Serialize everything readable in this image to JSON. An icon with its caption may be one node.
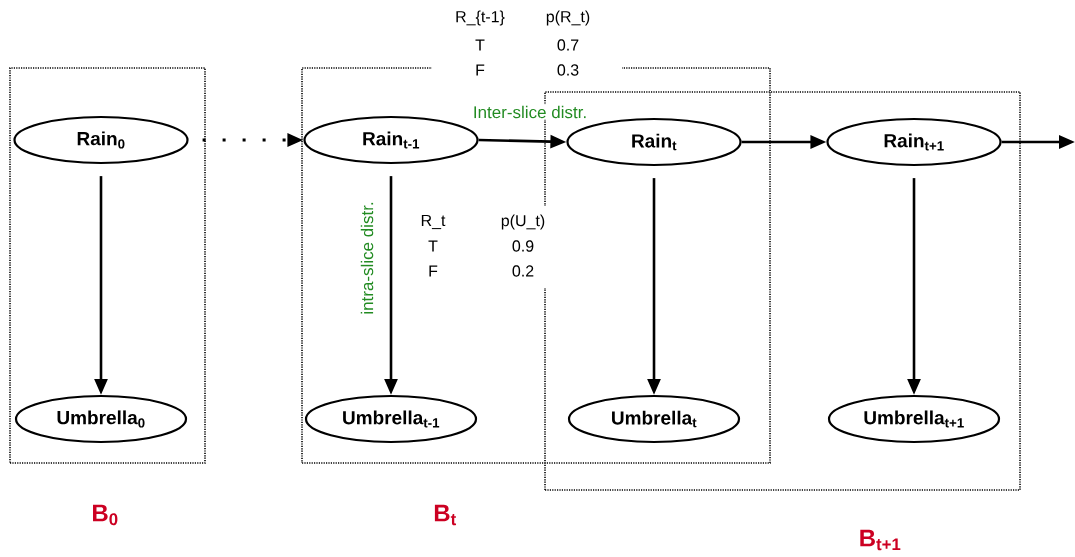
{
  "diagram": {
    "nodes": [
      {
        "text": [
          "B$_{0}$"
        ]
      },
      {
        "text": [
          "Rain$_{0}$"
        ],
        "in": 0
      },
      {
        "text": [
          "Umbrella$_{0}$"
        ],
        "in": 0
      },
      {
        "text": [
          "B$_{t}$"
        ]
      },
      {
        "text": [
          "Rain$_{t-1}$"
        ],
        "in": 3
      },
      {
        "text": [
          "Umbrella$_{t-1}$"
        ],
        "in": 3
      },
      {
        "text": [
          "B$_{t+1}$"
        ]
      },
      {
        "text": [
          "Rain$_{t}$"
        ]
      },
      {
        "text": [
          "Umbrella$_{t}$"
        ]
      },
      {
        "text": [
          "Rain$_{t+1}$"
        ],
        "in": 6
      },
      {
        "text": [
          "Umbrella$_{t+1}$"
        ],
        "in": 6
      }
    ],
    "edges": [
      {
        "from": 1,
        "to": 2,
        "arrow": "to"
      },
      {
        "from": 1,
        "to": 4,
        "arrow": "to",
        "style": "dashed"
      },
      {
        "from": 4,
        "to": 5,
        "arrow": "to",
        "label": "intra-slice distr."
      },
      {
        "from": 4,
        "to": 7,
        "arrow": "to",
        "label": "Inter-slice distr."
      },
      {
        "from": 7,
        "to": 8,
        "arrow": "to"
      },
      {
        "from": 7,
        "to": 9,
        "arrow": "to"
      },
      {
        "from": 9,
        "to": 10,
        "arrow": "to"
      },
      {
        "from": 9,
        "to": null,
        "arrow": "to"
      }
    ],
    "labels": [
      "R_{t-1}",
      "p(R_t)",
      "T",
      "0.7",
      "F",
      "0.3",
      "R_t",
      "p(U_t)",
      "T",
      "0.9",
      "F",
      "0.2"
    ]
  }
}
